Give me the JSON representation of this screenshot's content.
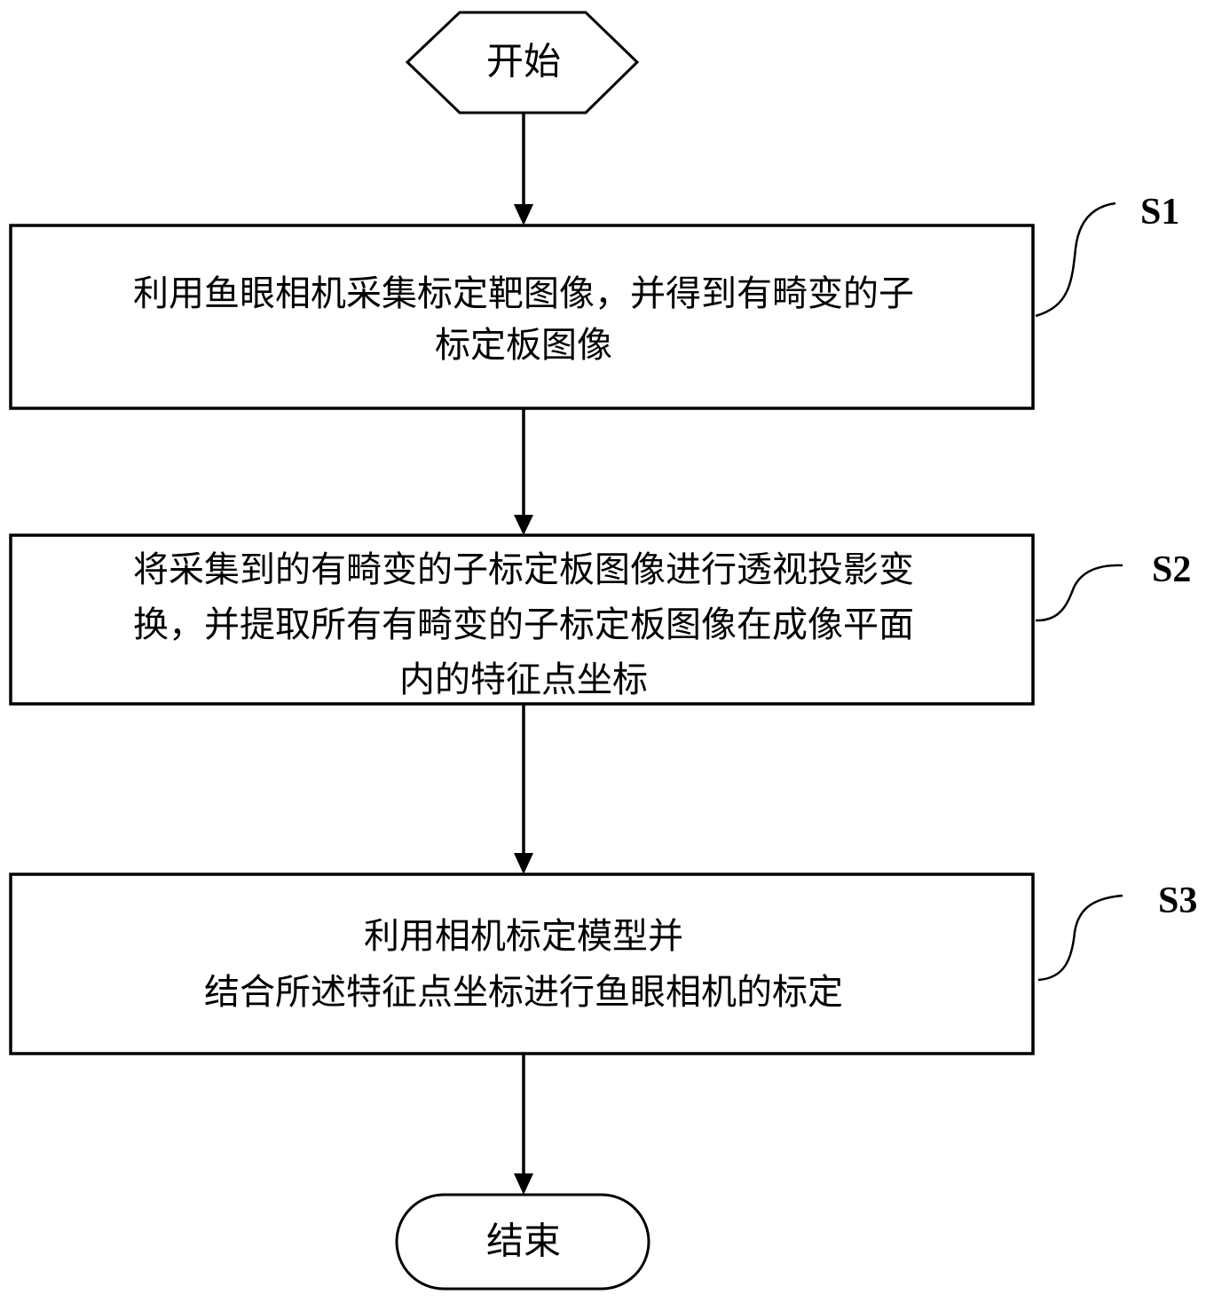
{
  "diagram": {
    "type": "flowchart",
    "start": {
      "label": "开始",
      "shape": "hexagon"
    },
    "end": {
      "label": "结束",
      "shape": "rounded-terminal"
    },
    "steps": [
      {
        "id": "S1",
        "tag": "S1",
        "lines": [
          "利用鱼眼相机采集标定靶图像，并得到有畸变的子",
          "标定板图像"
        ]
      },
      {
        "id": "S2",
        "tag": "S2",
        "lines": [
          "将采集到的有畸变的子标定板图像进行透视投影变",
          "换，并提取所有有畸变的子标定板图像在成像平面",
          "内的特征点坐标"
        ]
      },
      {
        "id": "S3",
        "tag": "S3",
        "lines": [
          "利用相机标定模型并",
          "结合所述特征点坐标进行鱼眼相机的标定"
        ]
      }
    ],
    "edges": [
      {
        "from": "start",
        "to": "S1"
      },
      {
        "from": "S1",
        "to": "S2"
      },
      {
        "from": "S2",
        "to": "S3"
      },
      {
        "from": "S3",
        "to": "end"
      }
    ],
    "colors": {
      "stroke": "#000000",
      "fill": "#ffffff",
      "text": "#000000"
    }
  }
}
